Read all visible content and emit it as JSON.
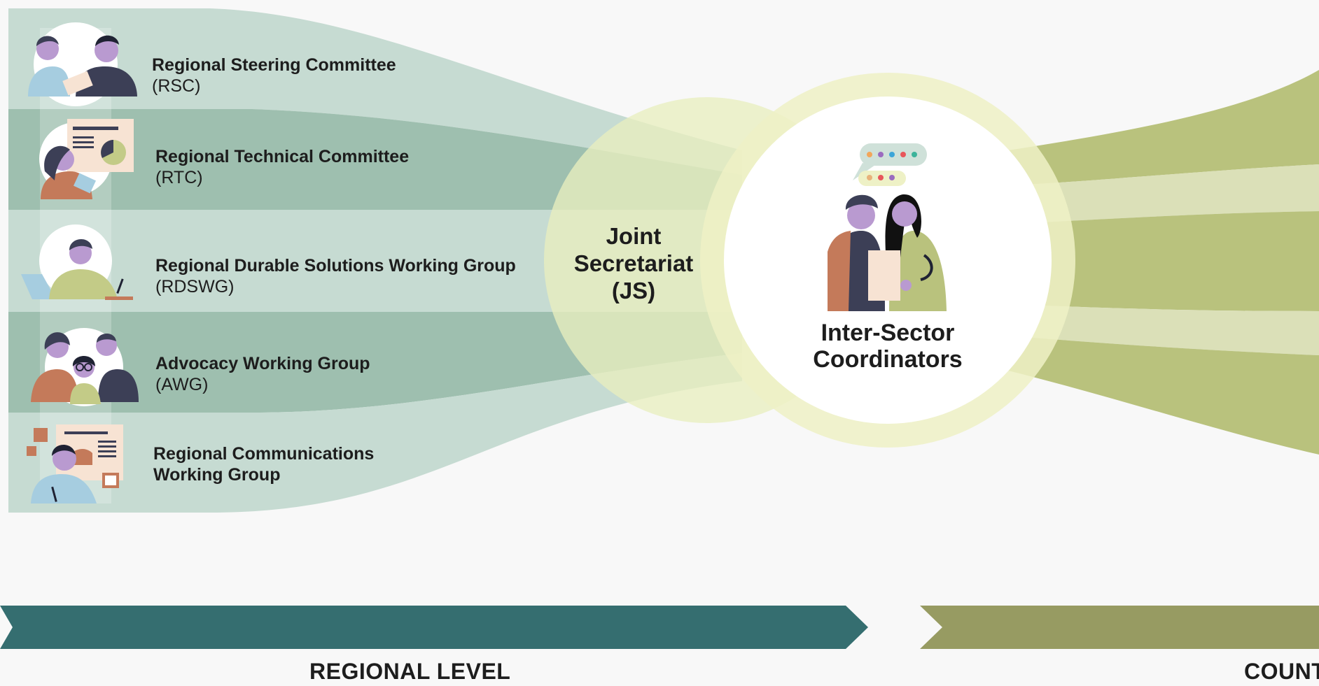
{
  "groups": [
    {
      "name": "Regional Steering Committee",
      "abbr": "(RSC)"
    },
    {
      "name": "Regional Technical Committee",
      "abbr": "(RTC)"
    },
    {
      "name": "Regional Durable Solutions Working Group",
      "abbr": "(RDSWG)"
    },
    {
      "name": "Advocacy Working Group",
      "abbr": "(AWG)"
    },
    {
      "name": "Regional Communications",
      "abbr": "Working Group"
    }
  ],
  "joint_secretariat": {
    "line1": "Joint",
    "line2": "Secretariat",
    "line3": "(JS)"
  },
  "coordinators": {
    "line1": "Inter-Sector",
    "line2": "Coordinators"
  },
  "levels": {
    "regional": "REGIONAL LEVEL",
    "country": "COUNT"
  },
  "colors": {
    "band_light": "#c6dbd2",
    "band_dark": "#9ebfaf",
    "circle_ring": "#eff2cc",
    "olive_band": "#b9c27d",
    "olive_light": "#dbe0b8",
    "arrow_teal": "#356e70",
    "arrow_olive": "#979b62"
  }
}
